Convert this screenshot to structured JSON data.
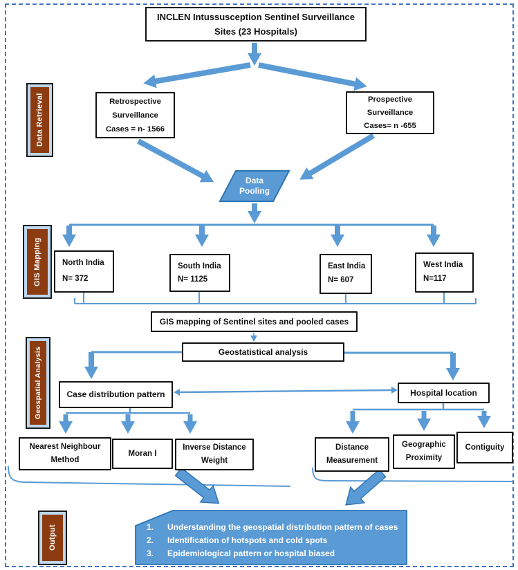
{
  "title": {
    "line1": "INCLEN Intussusception Sentinel Surveillance",
    "line2": "Sites (23 Hospitals)"
  },
  "stages": {
    "data_retrieval": "Data Retrieval",
    "gis_mapping": "GIS Mapping",
    "geospatial_analysis": "Geospatial Analysis",
    "output": "Output"
  },
  "retrospective": {
    "line1": "Retrospective",
    "line2": "Surveillance",
    "line3": "Cases = n- 1566"
  },
  "prospective": {
    "line1": "Prospective",
    "line2": "Surveillance",
    "line3": "Cases= n -655"
  },
  "pooling": {
    "line1": "Data",
    "line2": "Pooling"
  },
  "regions": [
    {
      "name": "North India",
      "count": "N= 372"
    },
    {
      "name": "South India",
      "count": "N= 1125"
    },
    {
      "name": "East India",
      "count": "N= 607"
    },
    {
      "name": "West India",
      "count": "N=117"
    }
  ],
  "gis_box": "GIS mapping of Sentinel sites and pooled cases",
  "geostat_box": "Geostatistical analysis",
  "case_distribution_box": "Case distribution pattern",
  "hospital_location_box": "Hospital location",
  "case_methods": [
    {
      "line1": "Nearest Neighbour",
      "line2": "Method"
    },
    {
      "line1": "Moran I",
      "line2": ""
    },
    {
      "line1": "Inverse Distance",
      "line2": "Weight"
    }
  ],
  "location_methods": [
    {
      "line1": "Distance",
      "line2": "Measurement"
    },
    {
      "line1": "Geographic",
      "line2": "Proximity"
    },
    {
      "line1": "Contiguity",
      "line2": ""
    }
  ],
  "output_items": [
    {
      "num": "1.",
      "text": "Understanding the geospatial distribution pattern of cases"
    },
    {
      "num": "2.",
      "text": "Identification of hotspots and cold spots"
    },
    {
      "num": "3.",
      "text": "Epidemiological pattern or  hospital  biased"
    }
  ],
  "colors": {
    "accent": "#5b9bd5",
    "accent_dark": "#2e75b6",
    "stage_brown": "#8c3c10",
    "panel_blue": "#bdd7ee",
    "frame_dashed_blue": "#4472c4"
  }
}
